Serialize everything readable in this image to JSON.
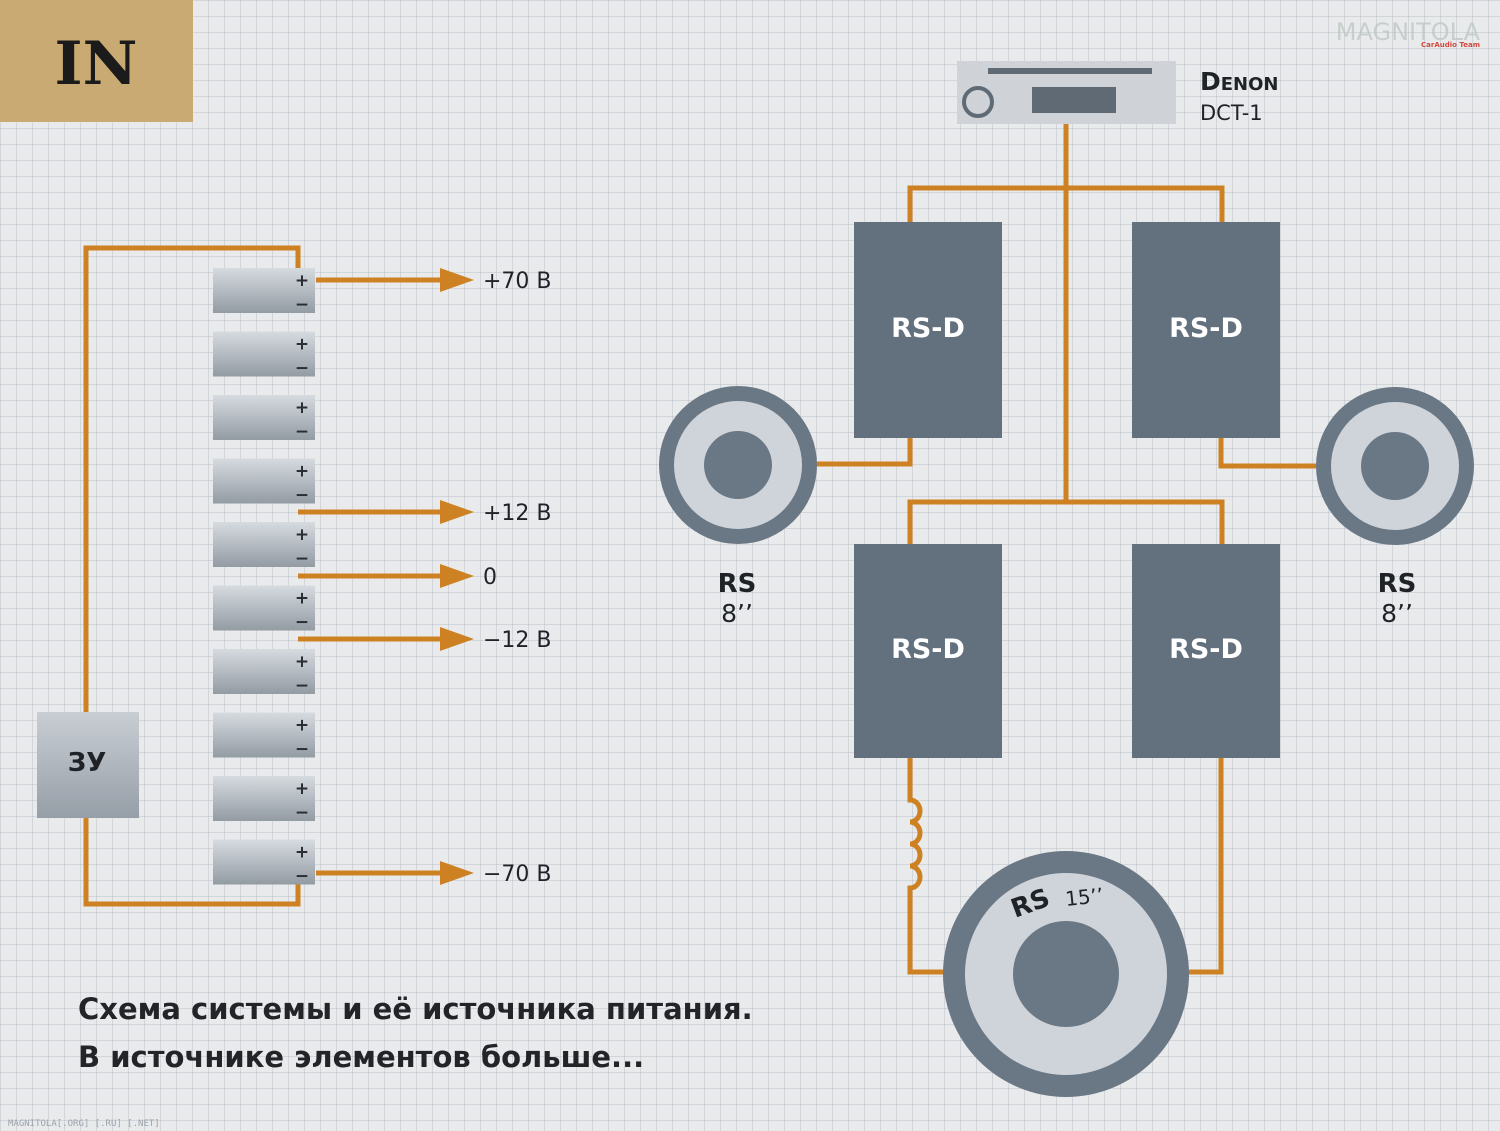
{
  "badge": {
    "text": "IN"
  },
  "watermark": {
    "logo_text": "MAGNITOLA",
    "logo_sub": "CarAudio Team",
    "footer_text": "MAGNITOLA[.ORG] [.RU] [.NET]"
  },
  "battery": {
    "cell_count": 10,
    "plus_sign": "+",
    "minus_sign": "−",
    "outputs": [
      {
        "label": "+70 В"
      },
      {
        "label": "+12 В"
      },
      {
        "label": "0"
      },
      {
        "label": "−12 В"
      },
      {
        "label": "−70 В"
      }
    ]
  },
  "charger": {
    "label": "ЗУ"
  },
  "head_unit": {
    "brand": "Denon",
    "model": "DCT-1"
  },
  "amplifiers": [
    {
      "label": "RS-D"
    },
    {
      "label": "RS-D"
    },
    {
      "label": "RS-D"
    },
    {
      "label": "RS-D"
    }
  ],
  "speakers": {
    "left": {
      "name": "RS",
      "size": "8’’"
    },
    "right": {
      "name": "RS",
      "size": "8’’"
    },
    "sub": {
      "name": "RS",
      "size": "15’’"
    }
  },
  "caption": {
    "line1": "Схема системы и её источника питания.",
    "line2": "В источнике элементов больше..."
  },
  "colors": {
    "wire": "#cd8122",
    "badge": "#c8aa72",
    "amplifier": "#63717e",
    "speaker_ring": "#6a7784",
    "speaker_cone": "#cfd4da",
    "background": "#e9eaec"
  }
}
